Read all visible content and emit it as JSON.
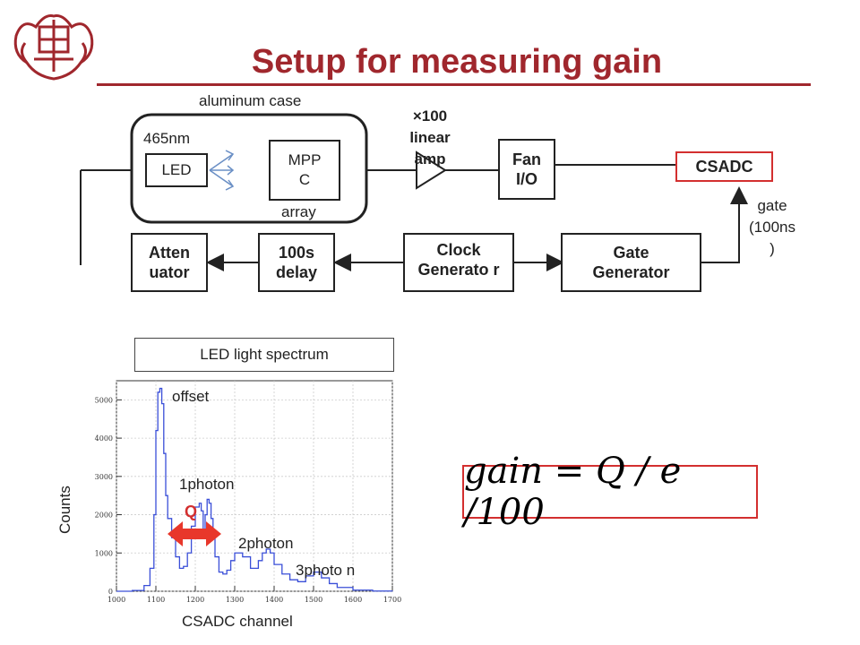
{
  "title": "Setup for measuring gain",
  "diagram": {
    "aluminum_case_label": "aluminum case",
    "led_wavelength": "465nm",
    "led": "LED",
    "mppc": "MPP C",
    "array": "array",
    "amp_label": "×100 linear amp",
    "fan_io": "Fan I/O",
    "csadc": "CSADC",
    "gate_label": "gate (100ns )",
    "attenuator": "Atten uator",
    "delay": "100s delay",
    "clock_generator": "Clock Generato r",
    "gate_generator": "Gate Generator"
  },
  "spectrum": {
    "legend": "LED light spectrum",
    "ylabel": "Counts",
    "xlabel": "CSADC channel",
    "offset_label": "offset",
    "photon1_label": "1photon",
    "photon2_label": "2photon",
    "photon3_label": "3photo n",
    "q_label": "Q"
  },
  "formula": "gain = Q / e /100",
  "chart_data": {
    "type": "line",
    "title": "",
    "xlabel": "CSADC channel",
    "ylabel": "Counts",
    "xlim": [
      1000,
      1700
    ],
    "ylim": [
      0,
      5500
    ],
    "x_ticks": [
      1000,
      1100,
      1200,
      1300,
      1400,
      1500,
      1600,
      1700
    ],
    "y_ticks": [
      0,
      1000,
      2000,
      3000,
      4000,
      5000
    ],
    "series": [
      {
        "x": [
          1000,
          1040,
          1070,
          1085,
          1095,
          1100,
          1105,
          1110,
          1115,
          1120,
          1125,
          1130,
          1140,
          1150,
          1160,
          1170,
          1180,
          1190,
          1200,
          1210,
          1215,
          1220,
          1225,
          1230,
          1235,
          1240,
          1245,
          1250,
          1260,
          1270,
          1280,
          1290,
          1300,
          1320,
          1340,
          1360,
          1370,
          1380,
          1390,
          1400,
          1420,
          1440,
          1460,
          1480,
          1500,
          1520,
          1540,
          1560,
          1600,
          1650,
          1700
        ],
        "y": [
          0,
          20,
          150,
          600,
          2000,
          4200,
          5200,
          5300,
          4900,
          3600,
          2500,
          1900,
          1400,
          900,
          600,
          650,
          1000,
          1700,
          2200,
          2300,
          2100,
          1600,
          2000,
          2400,
          2300,
          1900,
          1400,
          900,
          500,
          450,
          550,
          800,
          1000,
          900,
          600,
          800,
          1000,
          1100,
          1000,
          700,
          450,
          300,
          250,
          400,
          500,
          350,
          200,
          100,
          30,
          5,
          0
        ]
      }
    ]
  }
}
